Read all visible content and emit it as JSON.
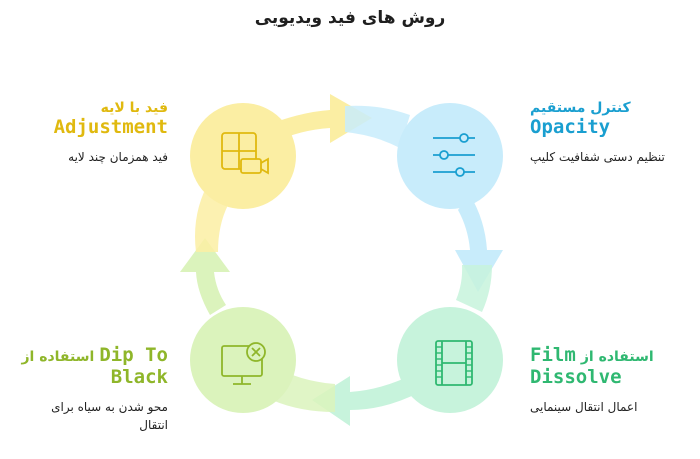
{
  "title": "روش های فید ویدیویی",
  "colors": {
    "yellow": "#fbeea3",
    "blue": "#c8ecfb",
    "green": "#c7f3dc",
    "lime": "#dbf3bc",
    "yellow_text": "#e0b90f",
    "blue_text": "#1a9fd0",
    "green_text": "#2fb871",
    "lime_text": "#8fb62a"
  },
  "items": [
    {
      "fa": "فید با لایه",
      "en": "Adjustment",
      "desc": "فید همزمان چند لایه",
      "icon": "layers-video-icon"
    },
    {
      "fa": "کنترل مستقیم",
      "en": "Opacity",
      "desc": "تنظیم دستی شفافیت کلیپ",
      "icon": "sliders-icon"
    },
    {
      "fa": "استفاده از",
      "en_a": "Film",
      "en_b": "Dissolve",
      "desc": "اعمال انتقال سینمایی",
      "icon": "film-strip-icon"
    },
    {
      "fa": "استفاده از",
      "en_a": "Dip To",
      "en_b": "Black",
      "desc_a": "محو شدن به سیاه برای",
      "desc_b": "انتقال",
      "icon": "monitor-x-icon"
    }
  ]
}
